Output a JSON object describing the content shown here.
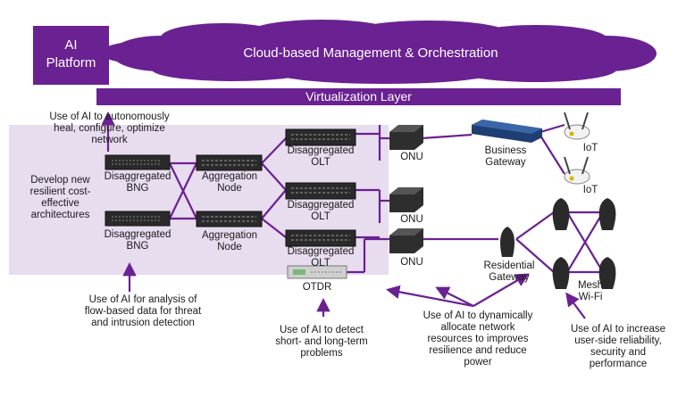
{
  "ai_platform": {
    "line1": "AI",
    "line2": "Platform"
  },
  "cloud_label": "Cloud-based Management & Orchestration",
  "virtualization_label": "Virtualization Layer",
  "labels": {
    "ai_autonomous": [
      "Use of AI to autonomously",
      "heal, configure, optimize",
      "network"
    ],
    "develop": [
      "Develop new",
      "resilient cost-",
      "effective",
      "architectures"
    ],
    "bng_top": [
      "Disaggregated",
      "BNG"
    ],
    "bng_bottom": [
      "Disaggregated",
      "BNG"
    ],
    "agg_top": [
      "Aggregation",
      "Node"
    ],
    "agg_bottom": [
      "Aggregation",
      "Node"
    ],
    "olt_1": [
      "Disaggregated",
      "OLT"
    ],
    "olt_2": [
      "Disaggregated",
      "OLT"
    ],
    "olt_3": [
      "Disaggregated",
      "OLT"
    ],
    "otdr": "OTDR",
    "onu_1": "ONU",
    "onu_2": "ONU",
    "onu_3": "ONU",
    "business_gateway": [
      "Business",
      "Gateway"
    ],
    "iot_1": "IoT",
    "iot_2": "IoT",
    "residential_gateway": [
      "Residential",
      "Gateway"
    ],
    "mesh_wifi": [
      "Mesh",
      "Wi-Fi"
    ],
    "ai_flow": [
      "Use of AI for analysis of",
      "flow-based data for threat",
      "and intrusion detection"
    ],
    "ai_detect": [
      "Use of AI to detect",
      "short- and long-term",
      "problems"
    ],
    "ai_dynamic": [
      "Use of AI to dynamically",
      "allocate network",
      "resources to improves",
      "resilience and reduce",
      "power"
    ],
    "ai_user": [
      "Use of AI to increase",
      "user-side reliability,",
      "security and",
      "performance"
    ]
  },
  "colors": {
    "purple": "#6a2192",
    "purple_light": "#e8dcef",
    "device": "#2a2a2a"
  }
}
